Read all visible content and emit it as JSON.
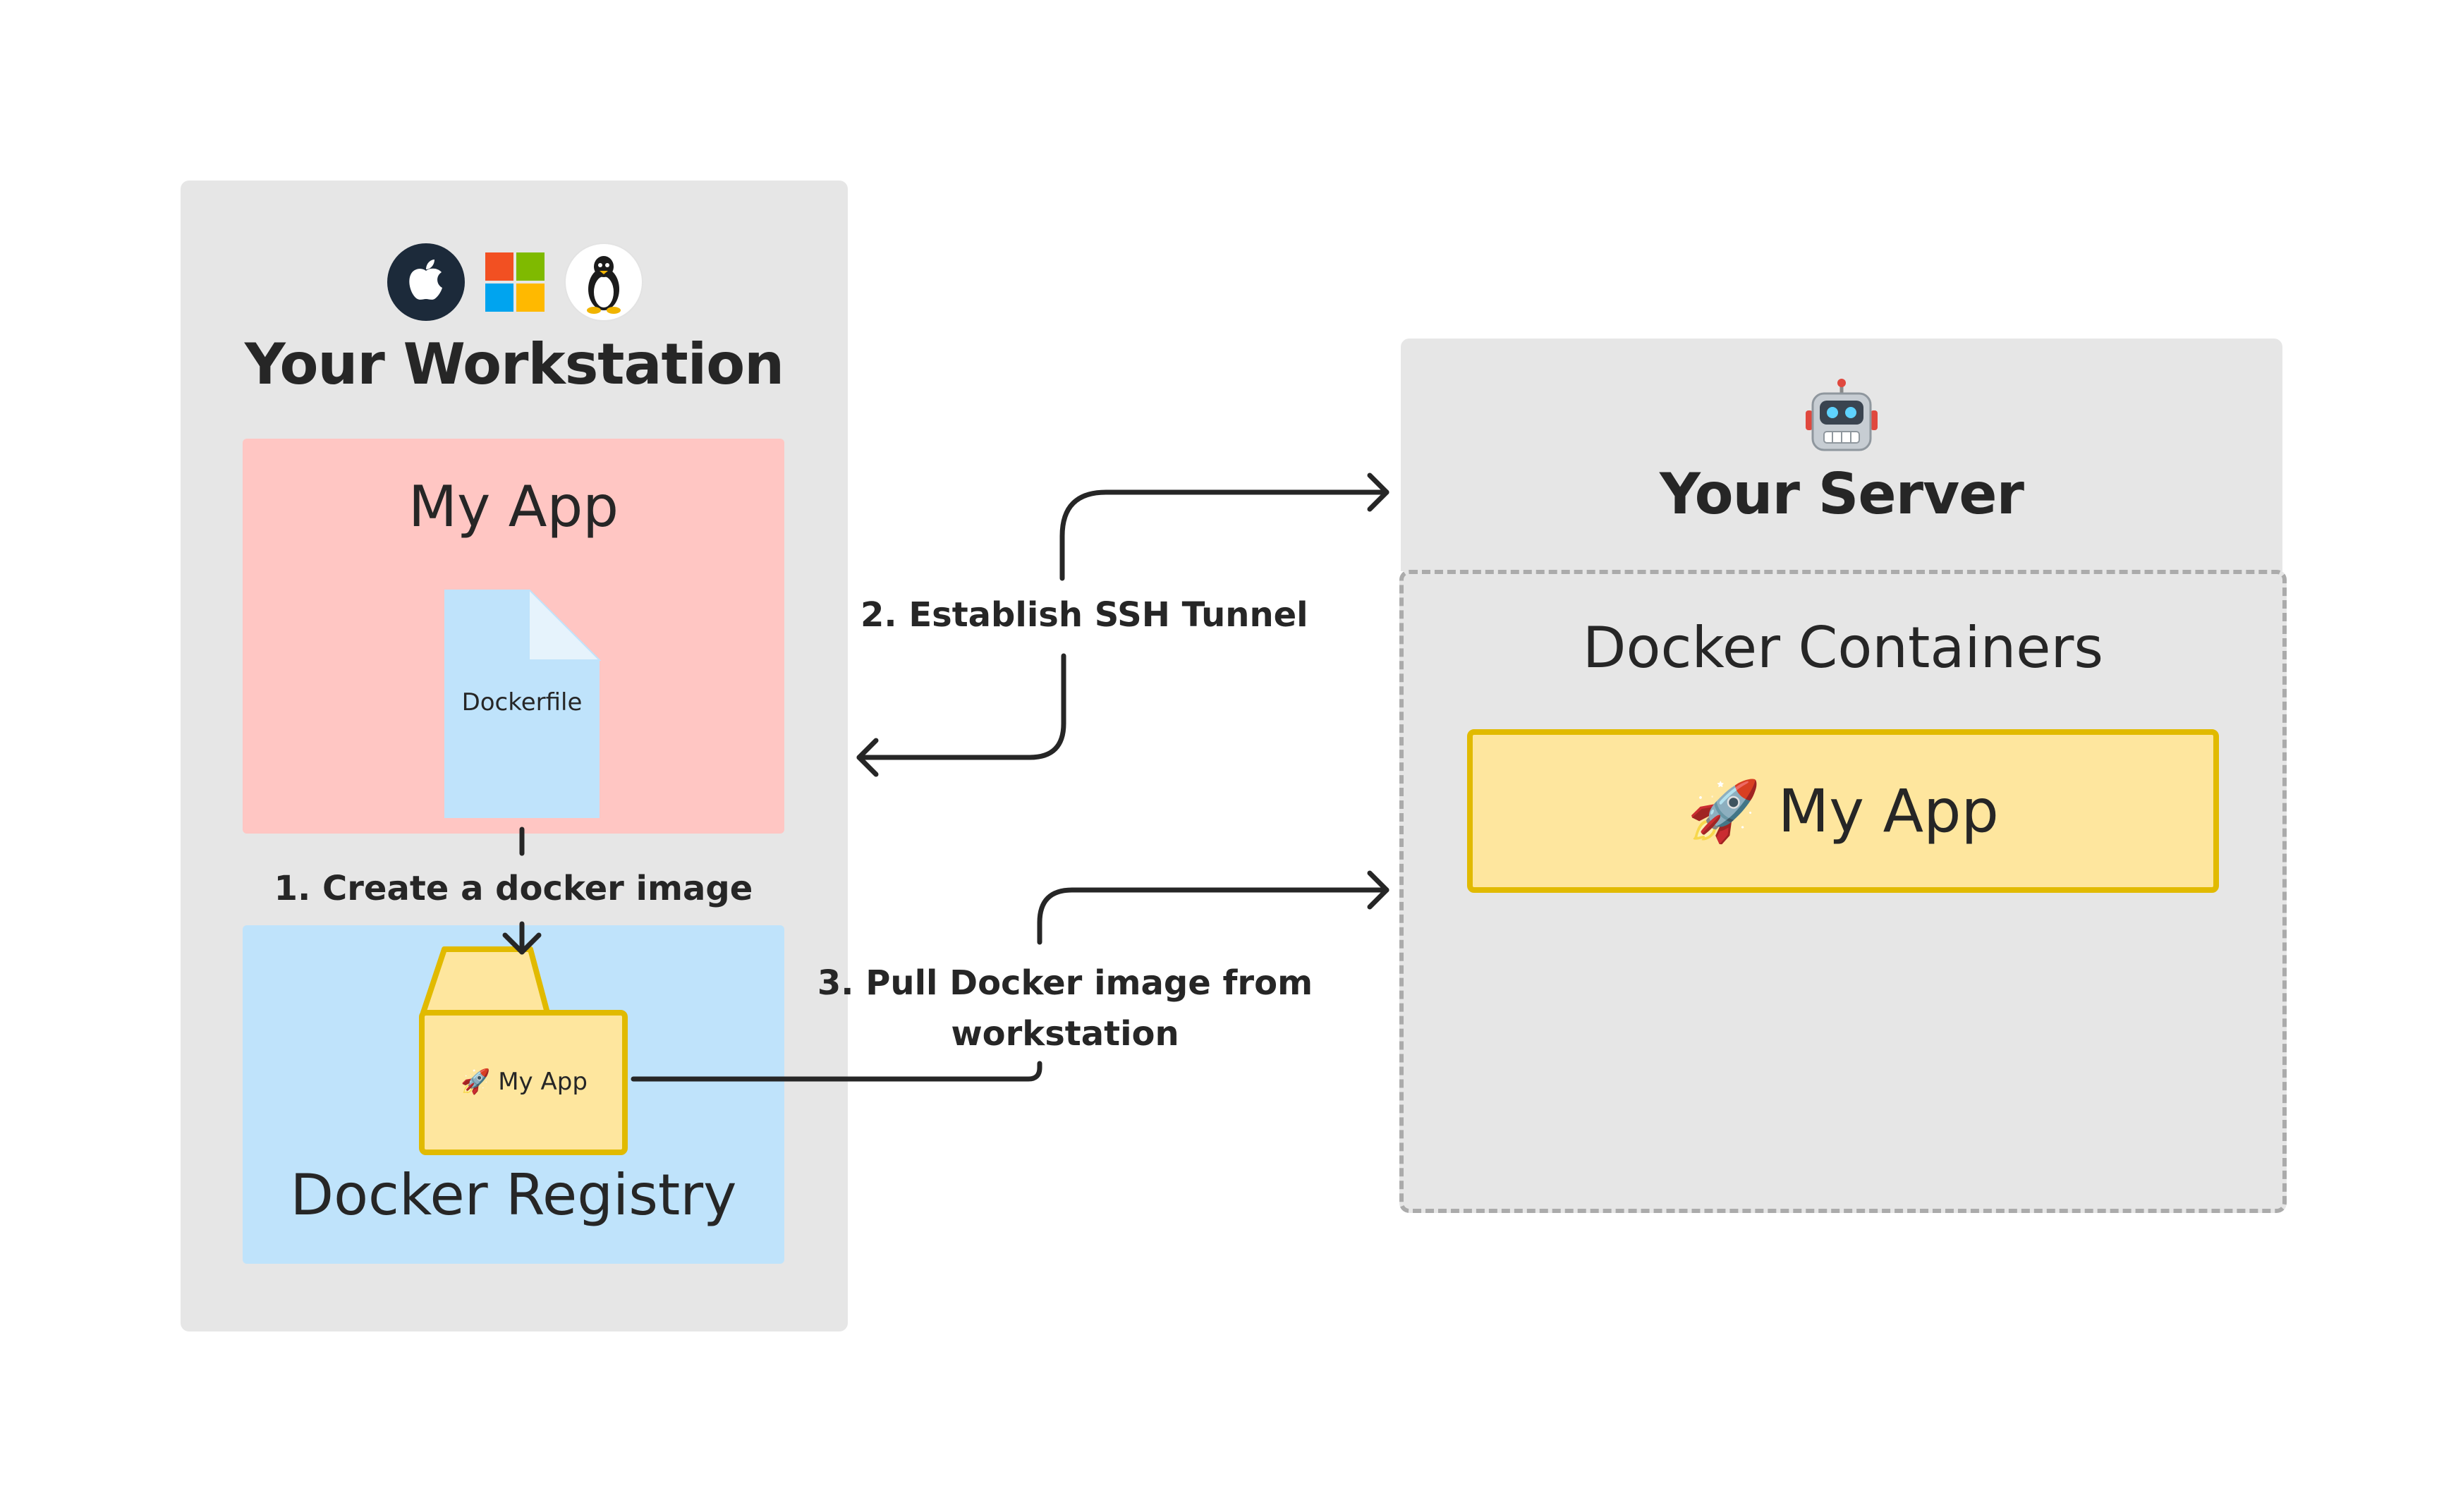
{
  "workstation": {
    "title": "Your Workstation",
    "os_icons": [
      "apple-icon",
      "windows-icon",
      "linux-tux-icon"
    ],
    "app_box": {
      "title": "My App",
      "file": {
        "icon": "document-icon",
        "label": "Dockerfile"
      }
    },
    "registry": {
      "title": "Docker Registry",
      "folder": {
        "icon": "folder-icon",
        "label": "🚀 My App"
      }
    }
  },
  "server": {
    "icon": "robot-icon",
    "title": "Your Server",
    "containers": {
      "title": "Docker Containers",
      "app_card": {
        "glyph": "🚀",
        "label": "My App"
      }
    }
  },
  "steps": {
    "step1": "1. Create a docker image",
    "step2": "2. Establish SSH Tunnel",
    "step3": "3. Pull Docker image from workstation"
  },
  "colors": {
    "panel_grey": "#e6e6e6",
    "app_box_pink": "#ffc6c3",
    "registry_blue": "#bfe3fb",
    "file_blue": "#bfe3fb",
    "folder_yellow": "#fee69e",
    "folder_border": "#e1ba00",
    "dashed_border": "#ababab",
    "text_dark": "#262626"
  }
}
